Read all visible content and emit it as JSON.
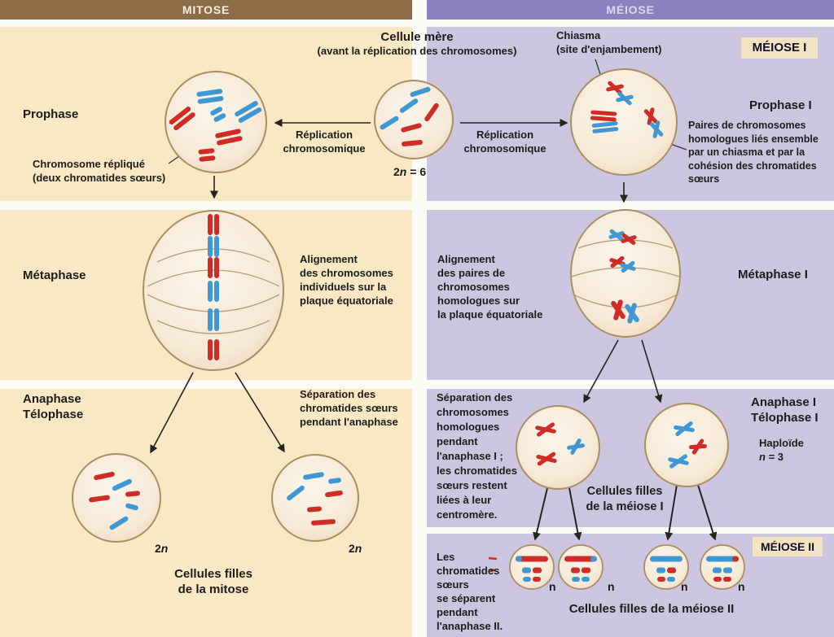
{
  "headers": {
    "mitosis": "MITOSE",
    "meiosis": "MÉIOSE"
  },
  "badges": {
    "meiosis1": "MÉIOSE I",
    "meiosis2": "MÉIOSE II"
  },
  "center": {
    "mother_title": "Cellule mère",
    "mother_subtitle": "(avant la réplication des chromosomes)",
    "replication_left": "Réplication\nchromosomique",
    "replication_right": "Réplication\nchromosomique",
    "chiasma": "Chiasma\n(site d'enjambement)",
    "mother_ploidy": {
      "pre": "2",
      "n": "n",
      "post": " = 6"
    }
  },
  "mitosis": {
    "prophase_title": "Prophase",
    "replicated_chromosome": "Chromosome répliqué\n(deux chromatides sœurs)",
    "metaphase_title": "Métaphase",
    "metaphase_desc": "Alignement\ndes chromosomes\nindividuels sur la\nplaque équatoriale",
    "anaphase_title": "Anaphase\nTélophase",
    "anaphase_desc": "Séparation des\nchromatides sœurs\npendant l'anaphase",
    "daughter_ploidy": {
      "pre": "2",
      "n": "n"
    },
    "daughters_label": "Cellules filles\nde la mitose"
  },
  "meiosis": {
    "prophase1_title": "Prophase I",
    "prophase1_desc": "Paires de chromosomes\nhomologues liés ensemble\npar un chiasma et par la\ncohésion des chromatides\nsœurs",
    "metaphase1_title": "Métaphase I",
    "metaphase1_desc": "Alignement\ndes paires de\nchromosomes\nhomologues sur\nla plaque équatoriale",
    "anaphase1_title": "Anaphase I\nTélophase I",
    "anaphase1_desc": "Séparation des\nchromosomes\nhomologues\npendant\nl'anaphase I ;\nles chromatides\nsœurs restent\nliées à leur\ncentromère.",
    "haploid": {
      "label": "Haploïde",
      "n": "n",
      "post": " = 3"
    },
    "meiosis1_daughters_label": "Cellules filles\nde la méiose I",
    "meiosis2_desc": "Les\nchromatides\nsœurs\nse séparent\npendant\nl'anaphase II.",
    "daughter_n": "n",
    "meiosis2_daughters_label": "Cellules filles de la méiose II"
  },
  "colors": {
    "mitosis_header_bg": "#8d6b44",
    "meiosis_header_bg": "#8a82c1",
    "mitosis_panel_bg": "#f8e9c4",
    "meiosis_panel_bg": "#cbc5e0",
    "badge_bg": "#f2e4c3",
    "cell_border": "#a98e62",
    "chromosome_red": "#cf2b27",
    "chromosome_blue": "#3f98d3",
    "text": "#1d1c1a"
  }
}
